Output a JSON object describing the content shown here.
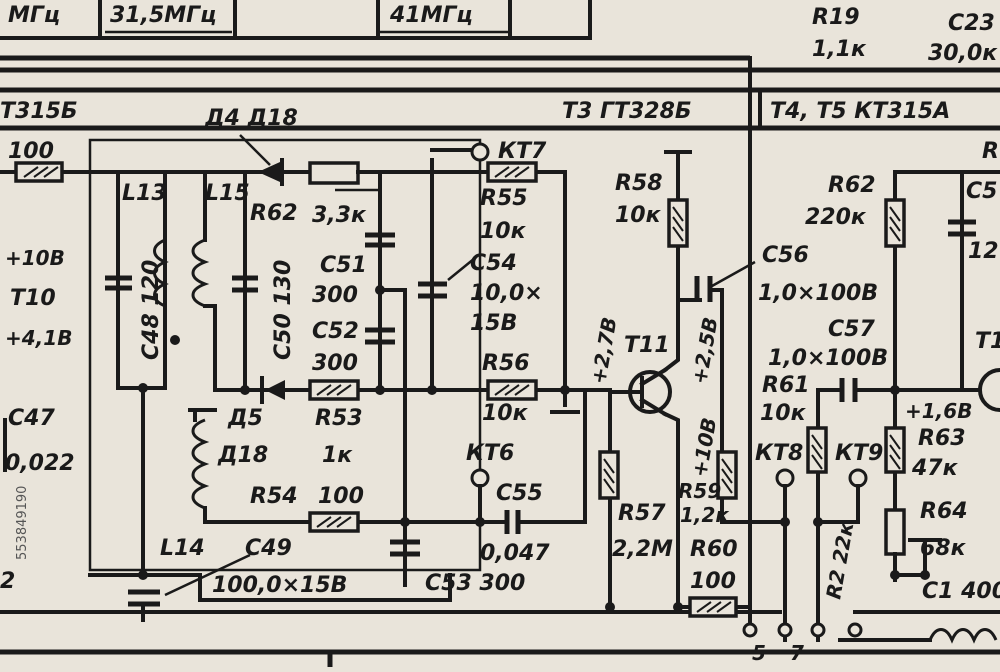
{
  "colors": {
    "paper": "#e9e4da",
    "ink": "#1a1a1a"
  },
  "header": {
    "box1": "МГц",
    "box2": "31,5МГц",
    "box3": "41МГц",
    "r19_ref": "R19",
    "r19_val": "1,1к",
    "c23_ref": "C23",
    "c23_val": "30,0к"
  },
  "transistors": {
    "left": "Т315Б",
    "t3": "Т3 ГТ328Б",
    "t4t5": "Т4, Т5 КТ315А",
    "t11": "Т11",
    "t10": "Т10",
    "t1x": "Т1"
  },
  "components": {
    "r100_top": "100",
    "d4": "Д4 Д18",
    "l13": "L13",
    "l15": "L15",
    "c48": "C48 120",
    "r62a": "R62",
    "c50": "C50 130",
    "r_33k": "3,3к",
    "c51_ref": "C51",
    "c51_val": "300",
    "c52_ref": "C52",
    "c52_val": "300",
    "kt7": "КТ7",
    "r55_ref": "R55",
    "r55_val": "10к",
    "c54_ref": "C54",
    "c54_val1": "10,0×",
    "c54_val2": "15В",
    "r56_ref": "R56",
    "r56_val": "10к",
    "d5_ref": "Д5",
    "d5_val": "Д18",
    "r53_ref": "R53",
    "r53_val": "1к",
    "r54_ref": "R54",
    "r54_val": "100",
    "kt6": "КТ6",
    "c55_ref": "C55",
    "c55_val": "0,047",
    "l14": "L14",
    "c49_ref": "C49",
    "c49_val": "100,0×15В",
    "c53": "C53 300",
    "r58_ref": "R58",
    "r58_val": "10к",
    "c56_ref": "C56",
    "c56_val": "1,0×100В",
    "v27": "+2,7В",
    "v25": "+2,5В",
    "v10": "+10В",
    "r57_ref": "R57",
    "r57_val": "2,2М",
    "r59_ref": "R59",
    "r59_val": "1,2к",
    "r60_ref": "R60",
    "r60_val": "100",
    "kt8": "КТ8",
    "kt9": "КТ9",
    "r62_ref": "R62",
    "r62_val": "220к",
    "c57_ref": "C57",
    "c57_val": "1,0×100В",
    "r61_ref": "R61",
    "r61_val": "10к",
    "v16": "+1,6В",
    "r63_ref": "R63",
    "r63_val": "47к",
    "r64_ref": "R64",
    "r64_val": "68к",
    "r22k": "R2 22к",
    "c1": "C1 400",
    "c5x": "C5",
    "c5x_val": "12",
    "r_right": "R",
    "c47_ref": "C47",
    "c47_val": "0,022",
    "v_plus10": "+10В",
    "v_plus41": "+4,1В",
    "n2": "2",
    "n5": "5",
    "n7": "7"
  },
  "watermark": "553849190"
}
